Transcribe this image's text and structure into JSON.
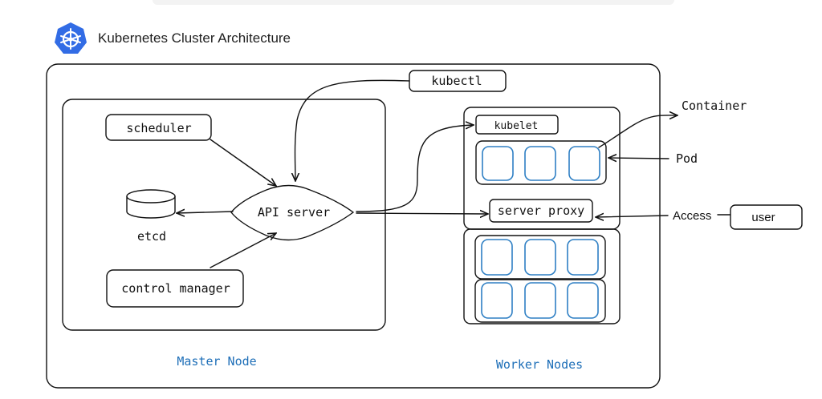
{
  "header": {
    "title": "Kubernetes Cluster Architecture",
    "logo_icon": "kubernetes-helm-icon",
    "logo_color": "#326ce5"
  },
  "master": {
    "caption": "Master Node",
    "scheduler": "scheduler",
    "api_server": "API server",
    "etcd": "etcd",
    "control_manager": "control manager"
  },
  "external": {
    "kubectl": "kubectl"
  },
  "worker": {
    "caption": "Worker Nodes",
    "kubelet": "kubelet",
    "server_proxy": "server proxy"
  },
  "annotations": {
    "container": "Container",
    "pod": "Pod",
    "access": "Access",
    "user": "user"
  },
  "colors": {
    "caption": "#1e6fb8",
    "pod_cell": "#2e7fc4",
    "ink": "#111111"
  }
}
